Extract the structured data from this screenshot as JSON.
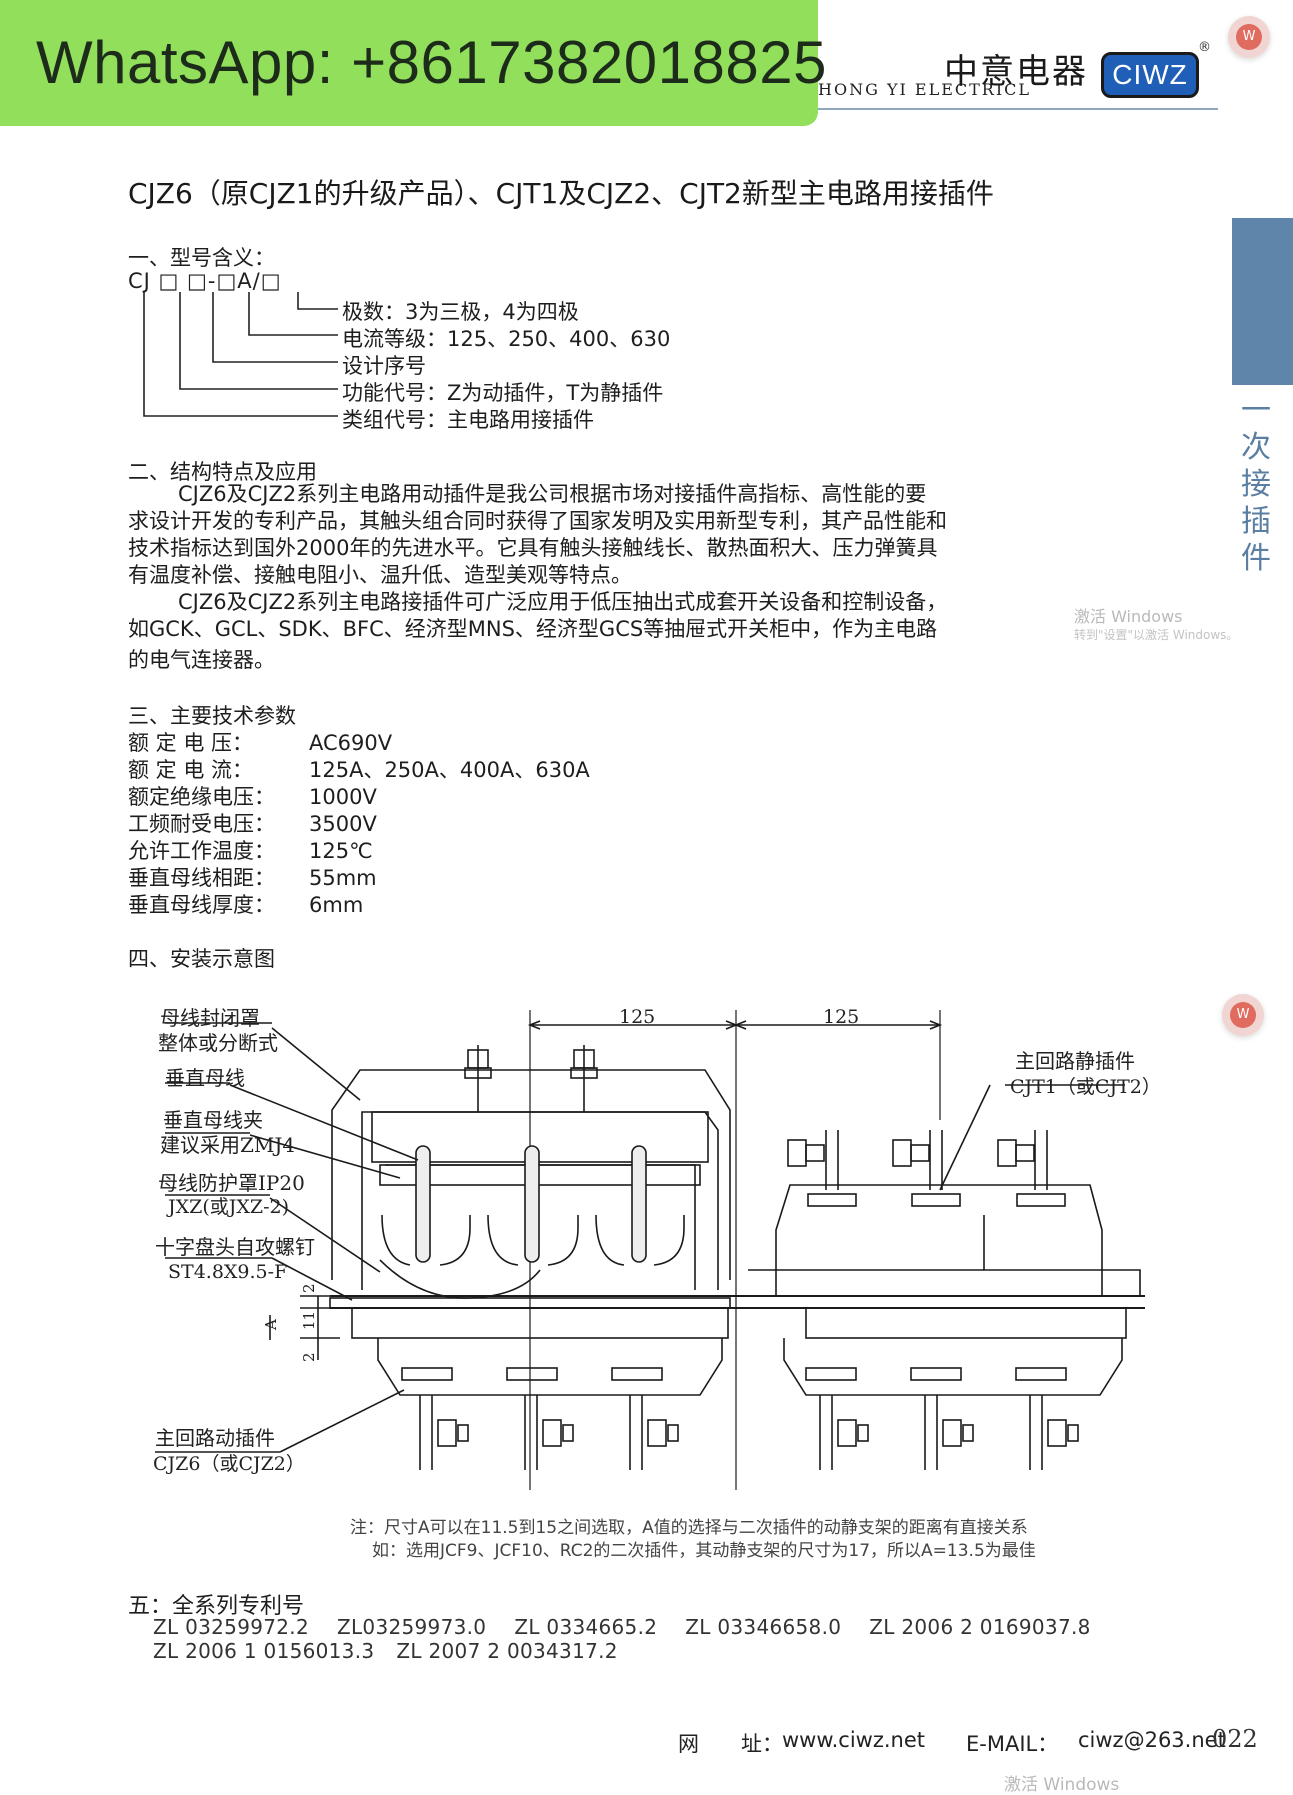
{
  "overlay": {
    "whatsapp": "WhatsApp: +8617382018825"
  },
  "header": {
    "brand_cn": "中意电器",
    "brand_en": "HONG YI ELECTRICL",
    "logo": "CIWZ",
    "registered": "®"
  },
  "floating_buttons": {
    "icon": "W",
    "color": "#e06b5f"
  },
  "sidebar": {
    "label": [
      "一",
      "次",
      "接",
      "插",
      "件"
    ],
    "accent": "#5f86aa"
  },
  "title": "CJZ6（原CJZ1的升级产品）、CJT1及CJZ2、CJT2新型主电路用接插件",
  "section1": {
    "heading": "一、型号含义：",
    "code": "CJ □ □-□A/□",
    "legend": [
      "极数：3为三极，4为四极",
      "电流等级：125、250、400、630",
      "设计序号",
      "功能代号：Z为动插件，T为静插件",
      "类组代号：主电路用接插件"
    ]
  },
  "section2": {
    "heading": "二、结构特点及应用",
    "paragraphs": [
      [
        "CJZ6及CJZ2系列主电路用动插件是我公司根据市场对接插件高指标、高性能的要",
        "求设计开发的专利产品，其触头组合同时获得了国家发明及实用新型专利，其产品性能和",
        "技术指标达到国外2000年的先进水平。它具有触头接触线长、散热面积大、压力弹簧具",
        "有温度补偿、接触电阻小、温升低、造型美观等特点。"
      ],
      [
        "CJZ6及CJZ2系列主电路接插件可广泛应用于低压抽出式成套开关设备和控制设备，",
        "如GCK、GCL、SDK、BFC、经济型MNS、经济型GCS等抽屉式开关柜中，作为主电路",
        "的电气连接器。"
      ]
    ]
  },
  "watermark": {
    "line1": "激活 Windows",
    "line2": "转到\"设置\"以激活 Windows。",
    "bottom": "激活 Windows"
  },
  "section3": {
    "heading": "三、主要技术参数",
    "rows": [
      {
        "label": "额 定 电 压：",
        "value": "AC690V"
      },
      {
        "label": "额 定 电 流：",
        "value": "125A、250A、400A、630A"
      },
      {
        "label": "额定绝缘电压：",
        "value": "1000V"
      },
      {
        "label": "工频耐受电压：",
        "value": "3500V"
      },
      {
        "label": "允许工作温度：",
        "value": "125℃"
      },
      {
        "label": "垂直母线相距：",
        "value": "55mm"
      },
      {
        "label": "垂直母线厚度：",
        "value": "6mm"
      }
    ]
  },
  "section4": {
    "heading": "四、安装示意图",
    "diagram": {
      "dim_left": "125",
      "dim_right": "125",
      "dims_vertical": [
        "2",
        "11",
        "2"
      ],
      "dim_a": "A",
      "labels": {
        "cover": [
          "母线封闭罩",
          "整体或分断式"
        ],
        "busbar": [
          "垂直母线"
        ],
        "clamp": [
          "垂直母线夹",
          "建议采用ZMJ4"
        ],
        "guard": [
          "母线防护罩IP20",
          "JXZ(或JXZ-2)"
        ],
        "screw": [
          "十字盘头自攻螺钉",
          "ST4.8X9.5-F"
        ],
        "moving": [
          "主回路动插件",
          "CJZ6（或CJZ2）"
        ],
        "static": [
          "主回路静插件",
          "CJT1（或CJT2）"
        ]
      }
    },
    "notes": [
      "注：尺寸A可以在11.5到15之间选取，A值的选择与二次插件的动静支架的距离有直接关系",
      "如：选用JCF9、JCF10、RC2的二次插件，其动静支架的尺寸为17，所以A=13.5为最佳"
    ]
  },
  "section5": {
    "heading": "五：全系列专利号",
    "patents_line1": [
      "ZL 03259972.2",
      "ZL03259973.0",
      "ZL 0334665.2",
      "ZL 03346658.0",
      "ZL 2006 2 0169037.8"
    ],
    "patents_line2": [
      "ZL 2006 1 0156013.3",
      "ZL 2007 2 0034317.2"
    ]
  },
  "footer": {
    "web_label": "网　　址：",
    "web": "www.ciwz.net",
    "email_label": "E-MAIL：",
    "email": "ciwz@263.net",
    "page": "022"
  }
}
